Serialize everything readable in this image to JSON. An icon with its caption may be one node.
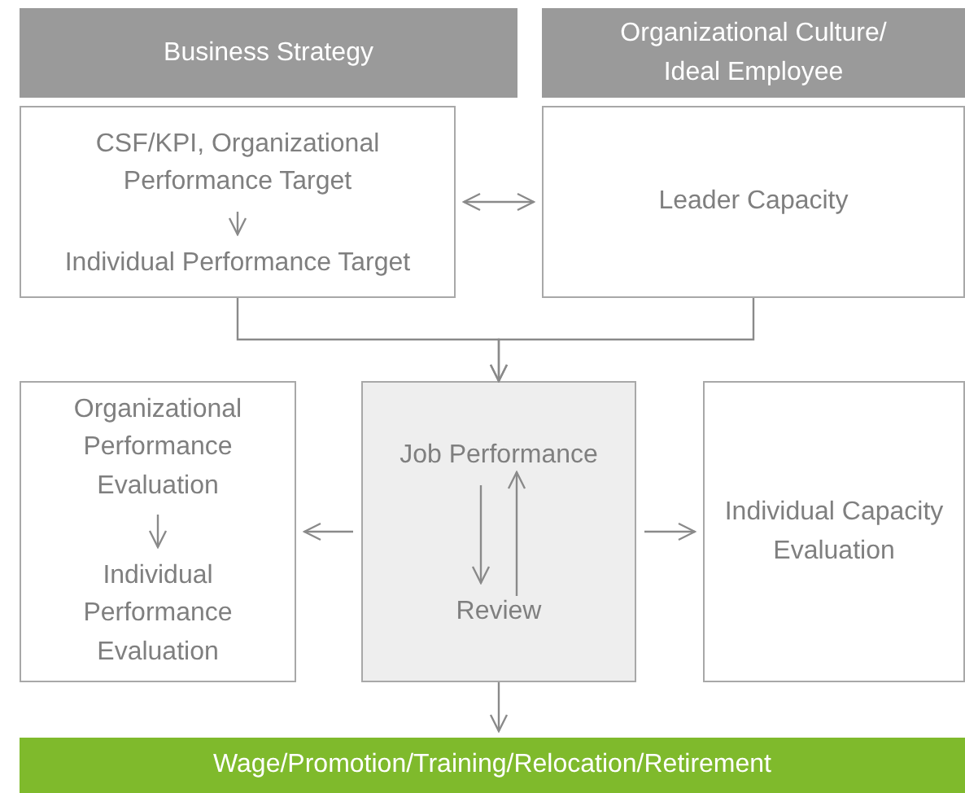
{
  "diagram": {
    "nodes": [
      {
        "text": [
          "Business Strategy"
        ]
      },
      {
        "text": [
          "Organizational Culture/ Ideal Employee"
        ]
      },
      {
        "text": [],
        "shape": "box"
      },
      {
        "text": [
          "CSF/KPI, Organizational Performance Target"
        ],
        "in": 2
      },
      {
        "text": [
          "Individual Performance Target"
        ],
        "in": 2
      },
      {
        "text": [
          "Leader Capacity"
        ]
      },
      {
        "text": [],
        "shape": "box"
      },
      {
        "text": [
          "Organizational Performance Evaluation"
        ],
        "in": 6
      },
      {
        "text": [
          "Individual Performance Evaluation"
        ],
        "in": 6
      },
      {
        "text": [],
        "shape": "box"
      },
      {
        "text": [
          "Job Performance"
        ],
        "in": 9
      },
      {
        "text": [
          "Review"
        ],
        "in": 9
      },
      {
        "text": [
          "Individual Capacity Evaluation"
        ]
      },
      {
        "text": [
          "Wage/Promotion/Training/Relocation/Retirement"
        ]
      }
    ],
    "edges": [
      {
        "from": 3,
        "to": 4,
        "arrow": "to"
      },
      {
        "from": 2,
        "to": 5,
        "arrow": "both"
      },
      {
        "from": 2,
        "to": 9,
        "arrow": "to"
      },
      {
        "from": 5,
        "to": 9,
        "arrow": "to"
      },
      {
        "from": 7,
        "to": 8,
        "arrow": "to"
      },
      {
        "from": 10,
        "to": 11,
        "arrow": "to"
      },
      {
        "from": 11,
        "to": 10,
        "arrow": "to"
      },
      {
        "from": 9,
        "to": 6,
        "arrow": "to"
      },
      {
        "from": 9,
        "to": 12,
        "arrow": "to"
      },
      {
        "from": 9,
        "to": 13,
        "arrow": "to"
      }
    ]
  }
}
